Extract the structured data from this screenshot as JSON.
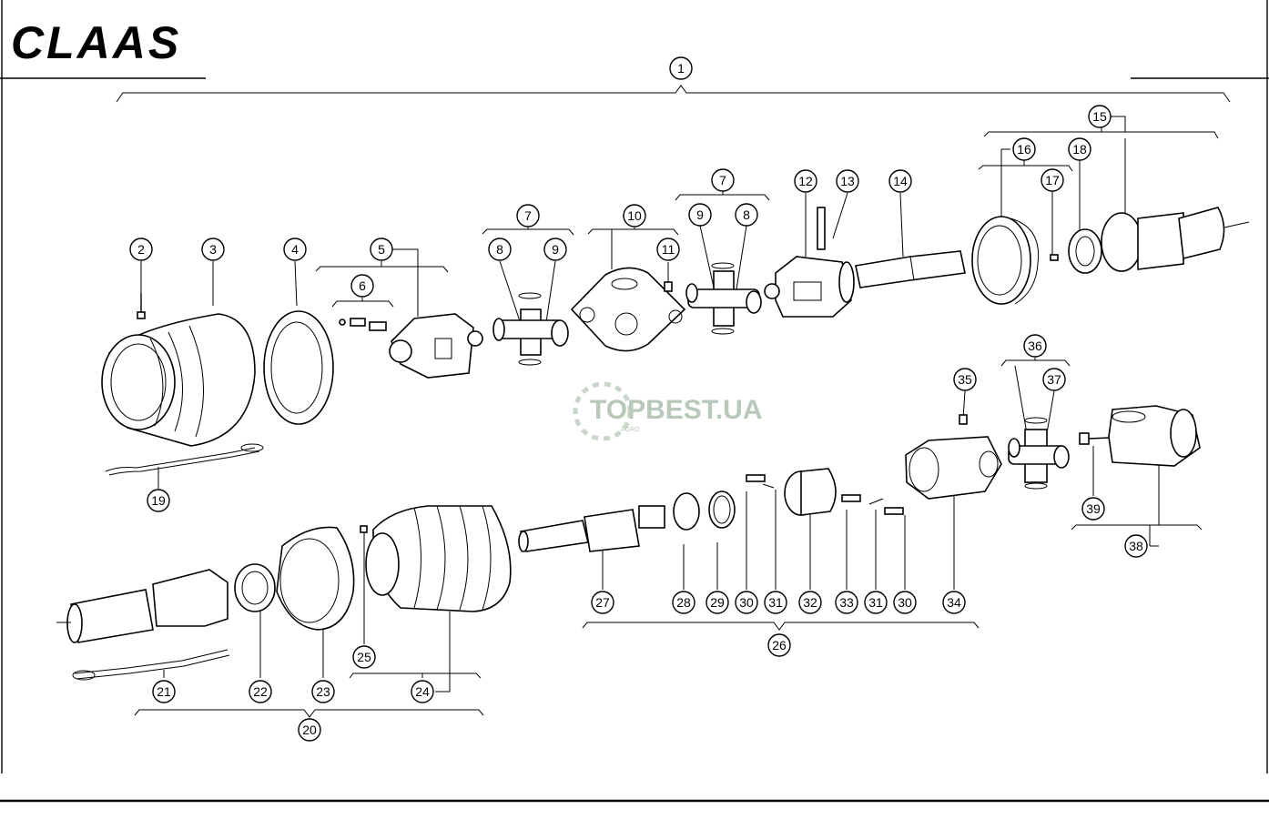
{
  "brand": "CLAAS",
  "watermark": {
    "text": "TOPBEST.UA",
    "sub": "AGRO"
  },
  "callouts": [
    "1",
    "2",
    "3",
    "4",
    "5",
    "6",
    "7",
    "8",
    "9",
    "10",
    "11",
    "12",
    "13",
    "14",
    "15",
    "16",
    "17",
    "18",
    "19",
    "20",
    "21",
    "22",
    "23",
    "24",
    "25",
    "26",
    "27",
    "28",
    "29",
    "30",
    "31",
    "32",
    "33",
    "34",
    "35",
    "36",
    "37",
    "38",
    "39"
  ]
}
